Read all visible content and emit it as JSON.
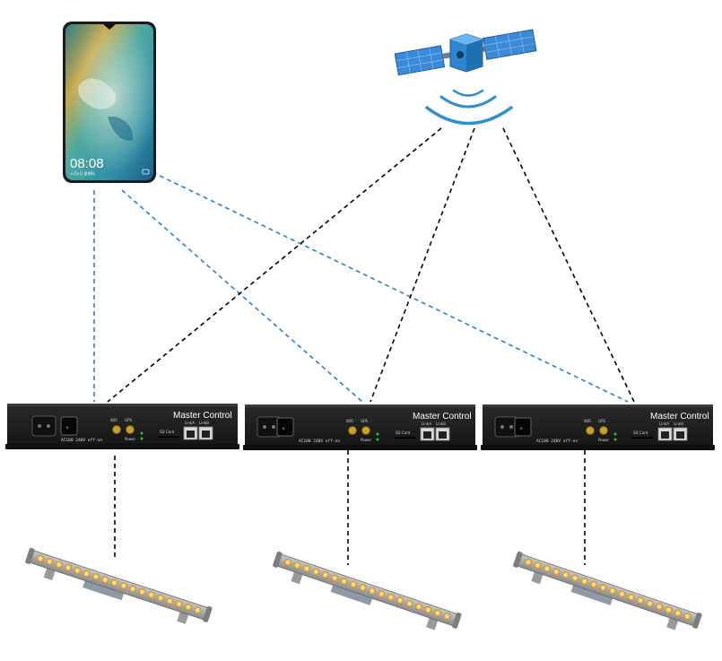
{
  "phone": {
    "clock": "08:08",
    "date_line": "11月8日 星期四"
  },
  "controllers": [
    {
      "title": "Master Control",
      "wifi_label": "WiFi",
      "gps_label": "GPS",
      "power_label": "Power",
      "switch_label": "AC100 240V  off-on",
      "sd_label": "SD Card",
      "link_a": "LinkA",
      "link_b": "LinkB"
    },
    {
      "title": "Master Control",
      "wifi_label": "WiFi",
      "gps_label": "GPS",
      "power_label": "Power",
      "switch_label": "AC100 240V  off-on",
      "sd_label": "SD Card",
      "link_a": "LinkA",
      "link_b": "LinkB"
    },
    {
      "title": "Master Control",
      "wifi_label": "WiFi",
      "gps_label": "GPS",
      "power_label": "Power",
      "switch_label": "AC100 240V  off-on",
      "sd_label": "SD Card",
      "link_a": "LinkA",
      "link_b": "LinkB"
    }
  ],
  "colors": {
    "wifi_link": "#2f7ec2",
    "gps_link": "#000000",
    "device_body": "#1c1c1c",
    "gold_connector": "#c8a030",
    "led_warm": "#ffd070",
    "satellite_panel": "#3b8ad8",
    "signal_arc": "#2b8fd0"
  },
  "icons": {
    "phone": "smartphone-icon",
    "satellite": "satellite-icon",
    "controller": "master-control-device",
    "light": "led-wall-washer-icon"
  }
}
